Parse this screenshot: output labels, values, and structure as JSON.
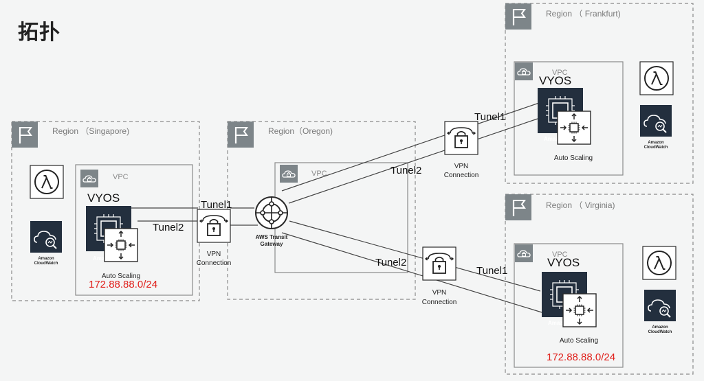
{
  "page_title": "拓扑",
  "colors": {
    "region_border": "#8a8a8a",
    "region_flag_bg": "#7d8589",
    "vpc_border": "#8a8a8a",
    "vpc_label": "#8a8a8a",
    "dark_icon": "#232f3e",
    "cidr_red": "#e0201b",
    "line": "#444444"
  },
  "regions": {
    "singapore": {
      "label": "Region （Singapore)"
    },
    "oregon": {
      "label": "Region（Oregon)"
    },
    "frankfurt": {
      "label": "Region （ Frankfurt)"
    },
    "virginia": {
      "label": "Region （ Virginia)"
    }
  },
  "vpc_label": "VPC",
  "vyos_label": "VYOS",
  "amazon_label": "Amaz",
  "auto_scaling_label": "Auto Scaling",
  "cloudwatch_label_1": "Amazon",
  "cloudwatch_label_2": "CloudWatch",
  "vpn_connection_1": "VPN",
  "vpn_connection_2": "Connection",
  "tgw_label_1": "AWS Transit",
  "tgw_label_2": "Gateway",
  "tunnel1": "Tunel1",
  "tunnel2": "Tunel2",
  "cidr_singapore": "172.88.88.0/24",
  "cidr_virginia": "172.88.88.0/24"
}
